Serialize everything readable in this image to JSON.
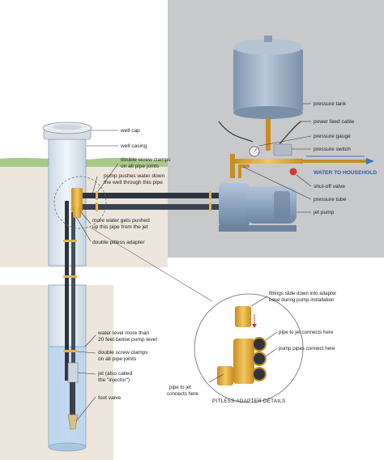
{
  "colors": {
    "basement_wall": "#c8c9cb",
    "soil": "#ede6dd",
    "grass": "#a9c98a",
    "water": "#bcd6ee",
    "tank": "#9fb3c9",
    "pump": "#8ea5c0",
    "fittings": "#e8b64a",
    "pipe_dark": "#2d3440",
    "casing": "#dfeaf3",
    "arrow_blue": "#3b74c4",
    "valve_red": "#d23a2e"
  },
  "labels": {
    "well_cap": "well cap",
    "well_casing": "well casing",
    "double_screw_clamps_top_1": "double screw clamps",
    "double_screw_clamps_top_2": "on all pipe joints",
    "pump_pushes_1": "pump pushes water down",
    "pump_pushes_2": "the well through this pipe",
    "more_water_1": "more water gets pushed",
    "more_water_2": "up this pipe from the jet",
    "double_pitless_adapter": "double pitless adapter",
    "pressure_tank": "pressure tank",
    "power_feed_cable": "power feed cable",
    "pressure_gauge": "pressure gauge",
    "pressure_switch": "pressure switch",
    "water_to_household": "WATER TO HOUSEHOLD",
    "shut_off_valve": "shut-off valve",
    "pressure_tube": "pressure tube",
    "jet_pump": "jet pump",
    "fittings_slide_1": "fittings slide down into adapter",
    "fittings_slide_2": "base during pump installation",
    "pipe_to_jet_connects_1": "pipe to jet connects here",
    "pump_pipes_connect": "pump pipes connect here",
    "pipe_to_jet_2a": "pipe to jet",
    "pipe_to_jet_2b": "connects here",
    "pitless_details": "PITLESS ADAPTER DETAILS",
    "water_level_1": "water level more than",
    "water_level_2": "20 feet below pump level",
    "double_screw_clamps_low_1": "double screw clamps",
    "double_screw_clamps_low_2": "on all pipe joints",
    "jet_1": "jet (also called",
    "jet_2": "the \"injector\")",
    "foot_valve": "foot valve"
  }
}
